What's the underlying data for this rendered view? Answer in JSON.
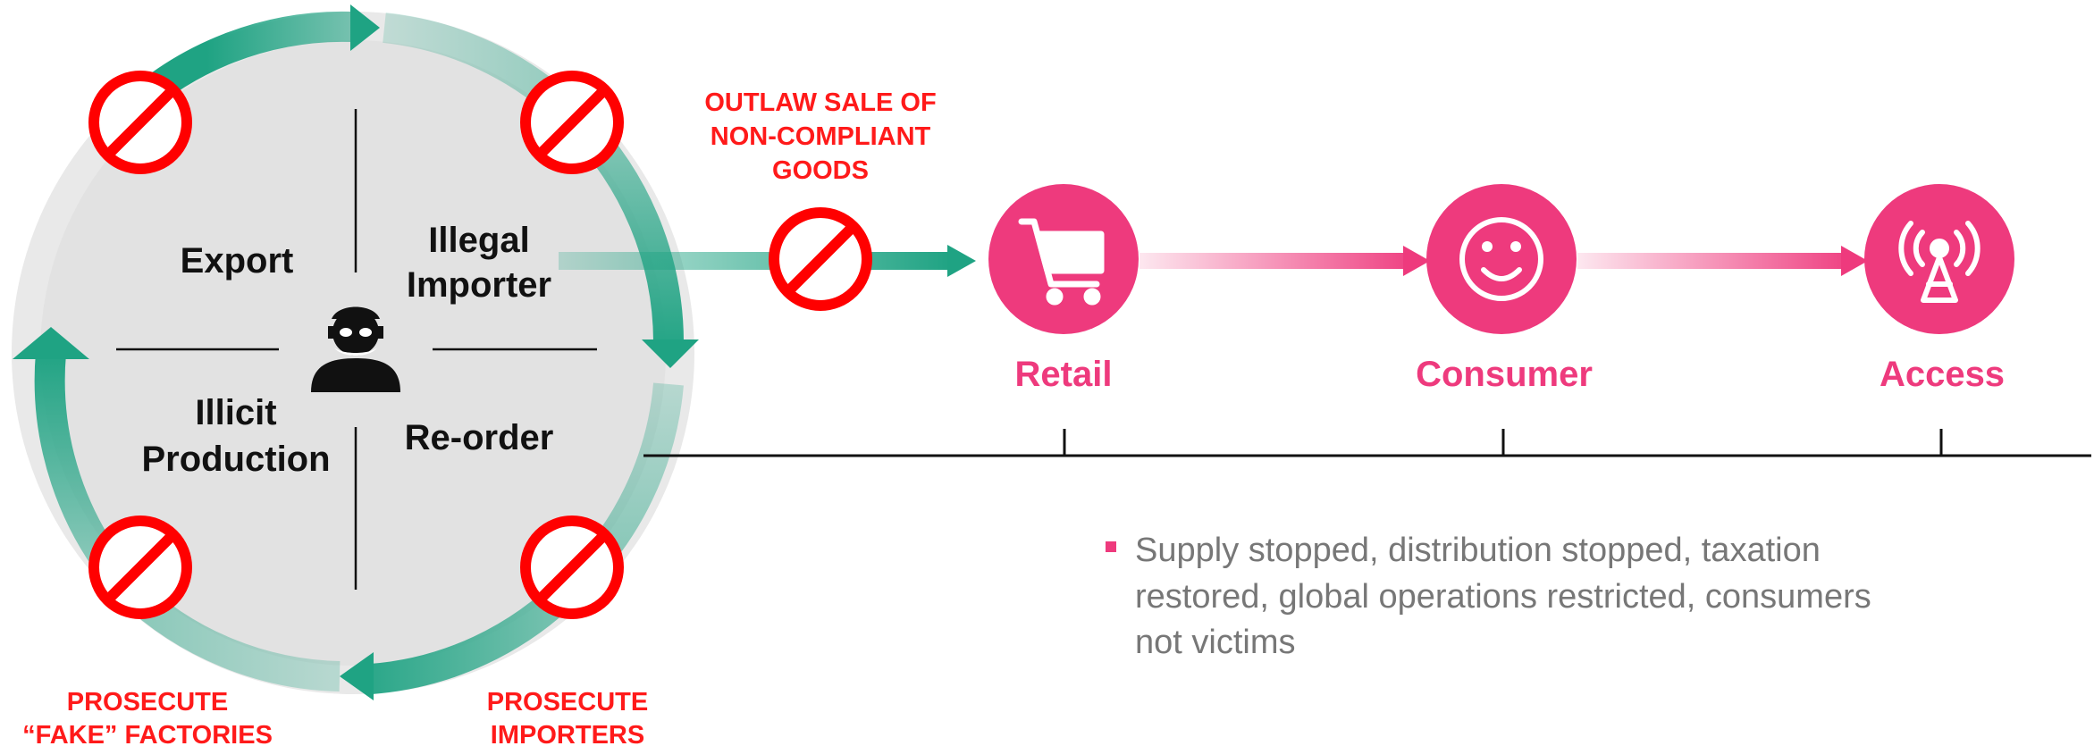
{
  "cycle": {
    "quadrants": {
      "export": [
        "Export"
      ],
      "illegal_importer": [
        "Illegal",
        "Importer"
      ],
      "illicit_production": [
        "Illicit",
        "Production"
      ],
      "reorder": [
        "Re-order"
      ]
    },
    "center_icon": "criminal-masked-person-icon"
  },
  "enforcement": {
    "outlaw_sale": [
      "OUTLAW SALE OF",
      "NON-COMPLIANT",
      "GOODS"
    ],
    "prosecute_factories": [
      "PROSECUTE",
      "“FAKE” FACTORIES"
    ],
    "prosecute_importers": [
      "PROSECUTE",
      "IMPORTERS"
    ],
    "prohibition_icon": "no-entry-icon"
  },
  "stages": [
    {
      "label": "Retail",
      "icon": "shopping-cart-icon"
    },
    {
      "label": "Consumer",
      "icon": "smiley-face-icon"
    },
    {
      "label": "Access",
      "icon": "broadcast-tower-icon"
    }
  ],
  "bullet": {
    "lines": [
      "Supply stopped, distribution stopped, taxation",
      "restored, global operations restricted, consumers",
      "not victims"
    ]
  },
  "colors": {
    "teal": "#1fa383",
    "pink": "#ee3a7d",
    "red": "#ff1a1a",
    "circle_fill": "#e3e3e3",
    "circle_ring": "#ececec"
  }
}
